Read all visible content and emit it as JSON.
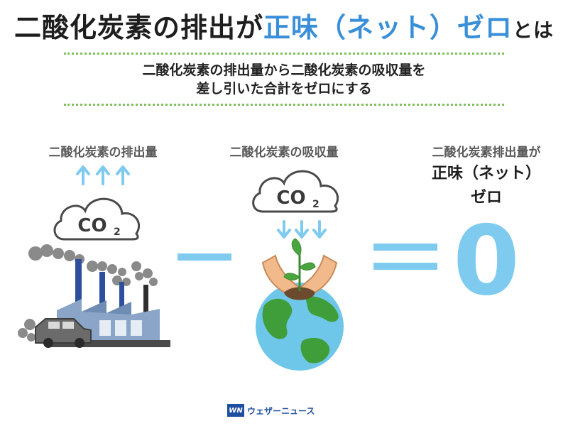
{
  "title": {
    "part1": "二酸化炭素の排出が",
    "highlight": "正味（ネット）ゼロ",
    "suffix": "とは"
  },
  "subtitle": {
    "line1": "二酸化炭素の排出量から二酸化炭素の吸収量を",
    "line2": "差し引いた合計をゼロにする"
  },
  "left": {
    "label": "二酸化炭素の排出量",
    "cloud_text": "CO",
    "cloud_sub": "2",
    "icon": "factory-icon"
  },
  "middle": {
    "label": "二酸化炭素の吸収量",
    "cloud_text": "CO",
    "cloud_sub": "2",
    "icon": "earth-with-sprout-icon"
  },
  "right": {
    "label": "二酸化炭素排出量が",
    "line2": "正味（ネット）",
    "line3": "ゼロ",
    "value": "0"
  },
  "operators": {
    "minus": "minus-sign",
    "equals": "equals-sign"
  },
  "footer": {
    "logo": "WN",
    "brand": "ウェザーニュース"
  },
  "colors": {
    "accent_blue": "#3a8fd9",
    "light_blue": "#7fcbef",
    "dot_green": "#7cc15a",
    "factory_blue": "#2d4f9c"
  }
}
